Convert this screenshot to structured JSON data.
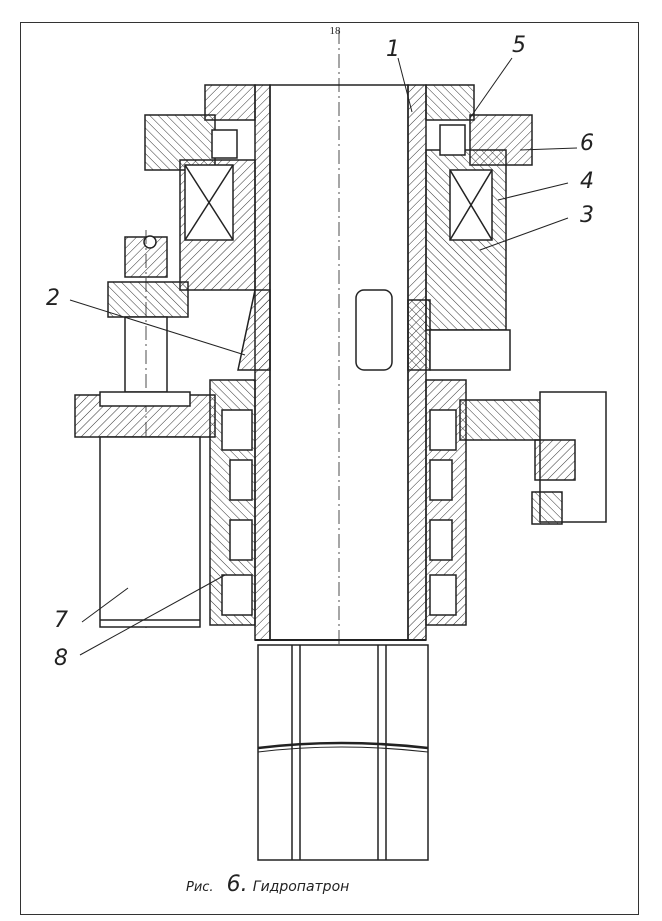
{
  "page": {
    "number": "18"
  },
  "figure": {
    "caption_prefix": "Рис.",
    "caption_number": "6.",
    "caption_title": "Гидропатрон"
  },
  "callouts": [
    "1",
    "2",
    "3",
    "4",
    "5",
    "6",
    "7",
    "8"
  ],
  "colors": {
    "ink": "#222222",
    "paper": "#ffffff"
  }
}
